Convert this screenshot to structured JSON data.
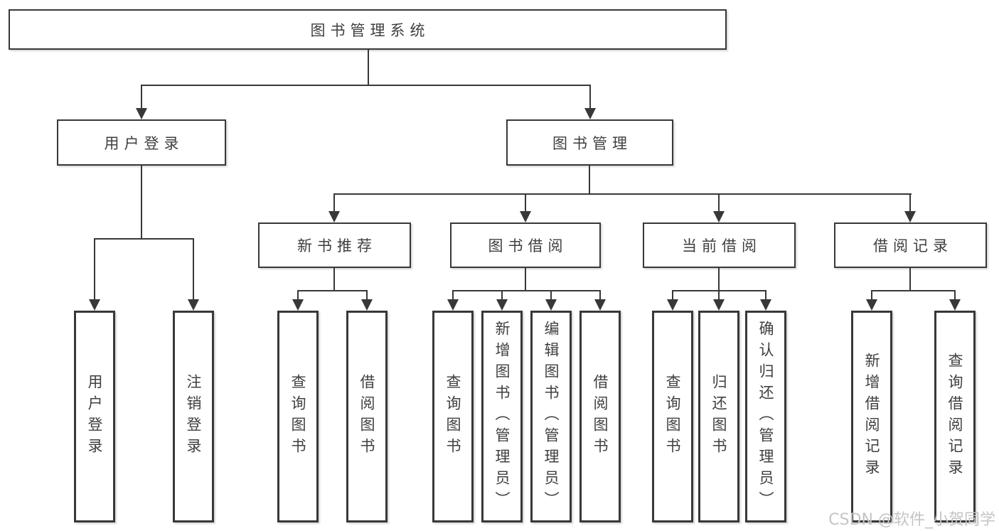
{
  "diagram": {
    "root": "图书管理系统",
    "branches": [
      {
        "label": "用户登录",
        "leaves": [
          "用户登录",
          "注销登录"
        ]
      },
      {
        "label": "图书管理",
        "children": [
          {
            "label": "新书推荐",
            "leaves": [
              "查询图书",
              "借阅图书"
            ]
          },
          {
            "label": "图书借阅",
            "leaves": [
              "查询图书",
              "新增图书（管理员）",
              "编辑图书（管理员）",
              "借阅图书"
            ]
          },
          {
            "label": "当前借阅",
            "leaves": [
              "查询图书",
              "归还图书",
              "确认归还（管理员）"
            ]
          },
          {
            "label": "借阅记录",
            "leaves": [
              "新增借阅记录",
              "查询借阅记录"
            ]
          }
        ]
      }
    ]
  },
  "watermark": {
    "text": "CSDN @软件_小贺同学"
  },
  "colors": {
    "line": "#383838",
    "text": "#3f3f3f",
    "watermark": "#c4c4c4",
    "background": "#ffffff"
  }
}
